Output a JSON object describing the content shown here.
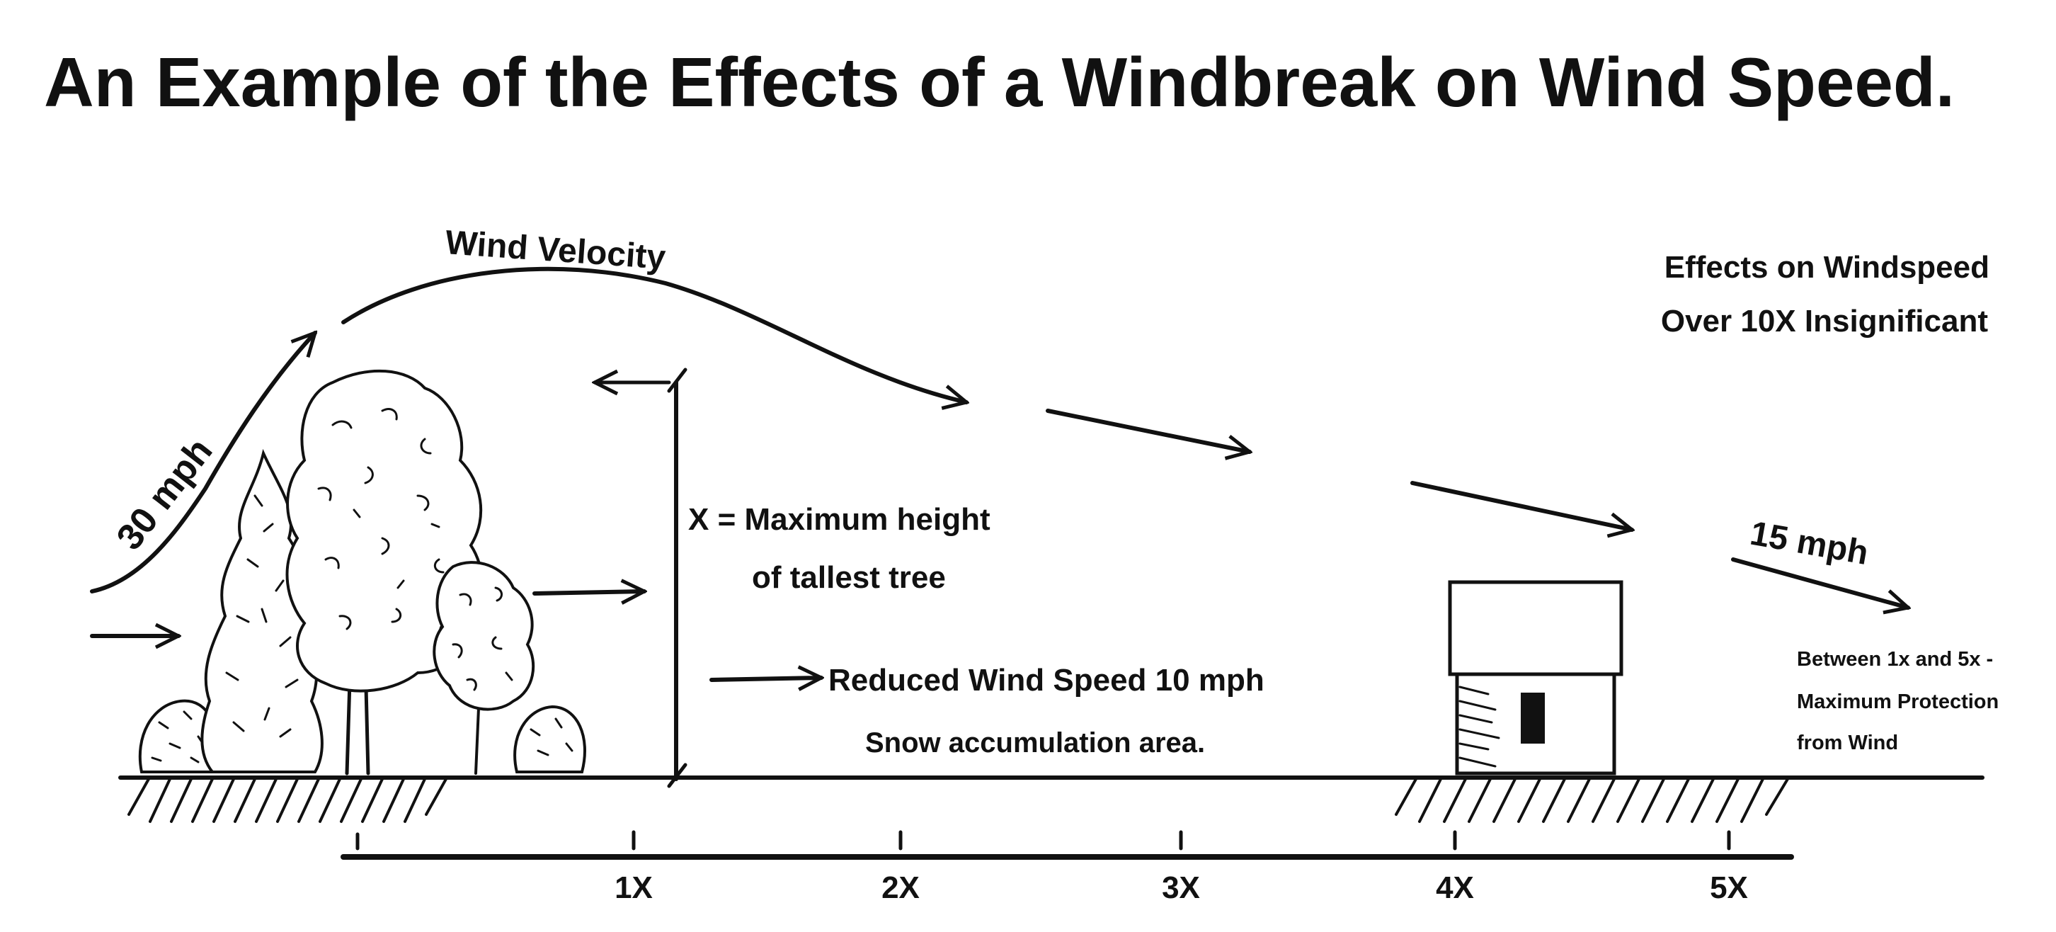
{
  "title": "An Example of the Effects of a Windbreak on Wind Speed.",
  "labels": {
    "wind_velocity": "Wind Velocity",
    "incoming_speed": "30 mph",
    "far_effects_line1": "Effects on Windspeed",
    "far_effects_line2": "Over 10X Insignificant",
    "x_definition_line1": "X = Maximum height",
    "x_definition_line2": "of tallest tree",
    "reduced_speed": "Reduced Wind Speed 10 mph",
    "snow_area": "Snow accumulation area.",
    "downstream_speed": "15 mph",
    "protection_line1": "Between 1x and 5x -",
    "protection_line2": "Maximum Protection",
    "protection_line3": "from Wind"
  },
  "scale": {
    "ticks": [
      "1X",
      "2X",
      "3X",
      "4X",
      "5X"
    ]
  },
  "colors": {
    "ink": "#111111",
    "background": "#ffffff"
  },
  "icons": [
    "tree-icon",
    "shrub-icon",
    "house-icon",
    "arrow-icon"
  ]
}
